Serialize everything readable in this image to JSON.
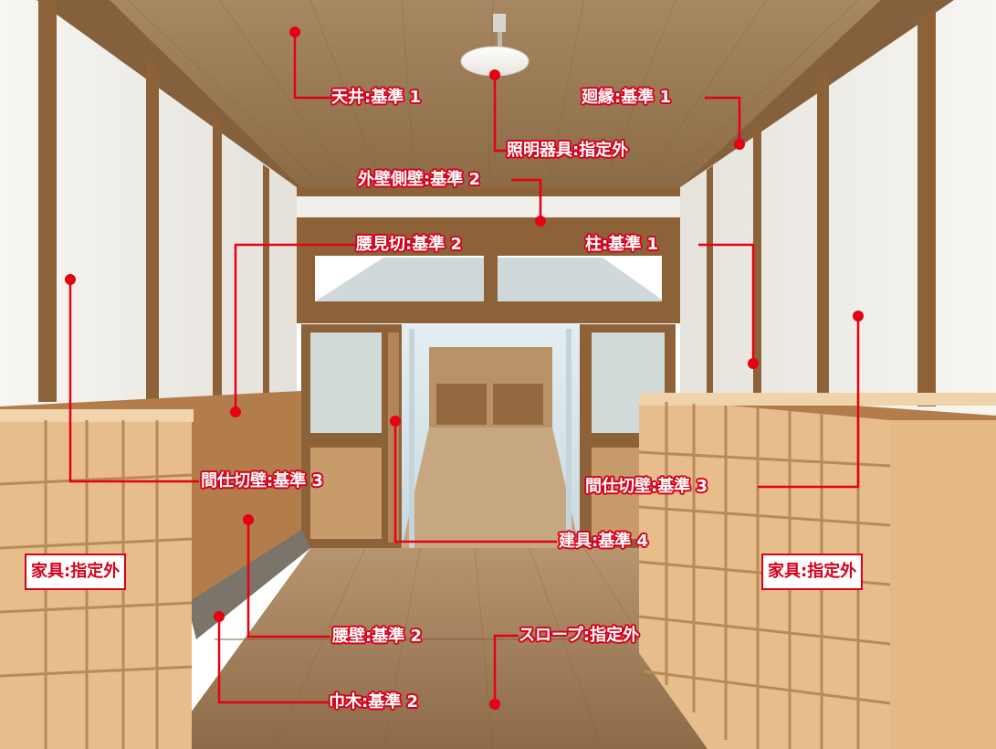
{
  "labels": {
    "ceiling": "天井:基準 1",
    "veranda": "廻縁:基準 1",
    "lighting": "照明器具:指定外",
    "exterior_side_wall": "外壁側壁:基準 2",
    "transom_partition": "腰見切:基準 2",
    "pillar": "柱:基準 1",
    "partition_wall_left": "間仕切壁:基準 3",
    "partition_wall_right": "間仕切壁:基準 3",
    "fittings": "建具:基準 4",
    "wainscot": "腰壁:基準 2",
    "baseboard": "巾木:基準 2",
    "slope": "スロープ:指定外"
  },
  "boxes": {
    "furniture_left": "家具:指定外",
    "furniture_right": "家具:指定外"
  },
  "colors": {
    "annotation": "#e60012",
    "ceiling_wood": "#9b7a55",
    "wall_plaster": "#f3f1ec",
    "timber": "#8e6238",
    "floor_wood": "#a57f58",
    "shelving": "#ddb27f"
  }
}
